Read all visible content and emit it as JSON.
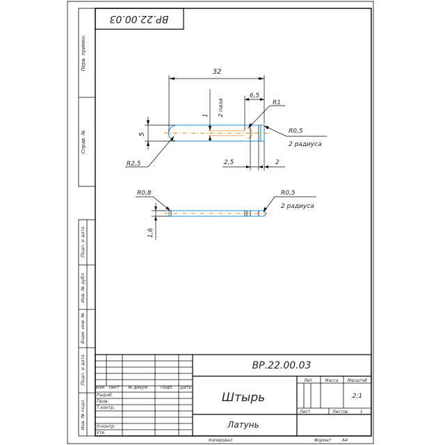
{
  "drawing": {
    "designation": "ВР.22.00.03",
    "designation_rotated": "ВР.22.00.03",
    "part_name": "Штырь",
    "material": "Латунь",
    "scale": "2:1",
    "sheet_label": "Лист",
    "sheets_label": "Листов",
    "sheets_count": "1",
    "copied_label": "Копировал",
    "format_label": "Формат",
    "format_value": "А4"
  },
  "title_block": {
    "col_headers": [
      "Изм",
      "Лист",
      "№ докум.",
      "Подп.",
      "Дата"
    ],
    "rows": [
      "Разраб.",
      "Пров.",
      "Т.контр.",
      "",
      "Н.контр.",
      "Утв."
    ],
    "lit_label": "Лит.",
    "mass_label": "Масса",
    "scale_label": "Масштаб"
  },
  "side_strip": {
    "top": [
      "Перв. примен.",
      "Справ. №"
    ],
    "bottom": [
      "Подп. и дата",
      "Инв. № дубл.",
      "Взам. инв. №",
      "Подп. и дата",
      "Инв. № подл."
    ]
  },
  "dimensions": {
    "length": "32",
    "width": "5",
    "slot": "1",
    "slot_note": "2 паза",
    "offset": "6,5",
    "r1": "R1",
    "r05_top": "R0,5",
    "two_radii_top": "2 радиуса",
    "r25": "R2,5",
    "d25": "2,5",
    "d2": "2",
    "r08": "R0,8",
    "r05_bottom": "R0,5",
    "two_radii_bottom": "2 радиуса",
    "thickness": "1,6"
  },
  "colors": {
    "outline": "#1a8fd0",
    "centerline": "#e08a2a",
    "frame": "#000000"
  }
}
